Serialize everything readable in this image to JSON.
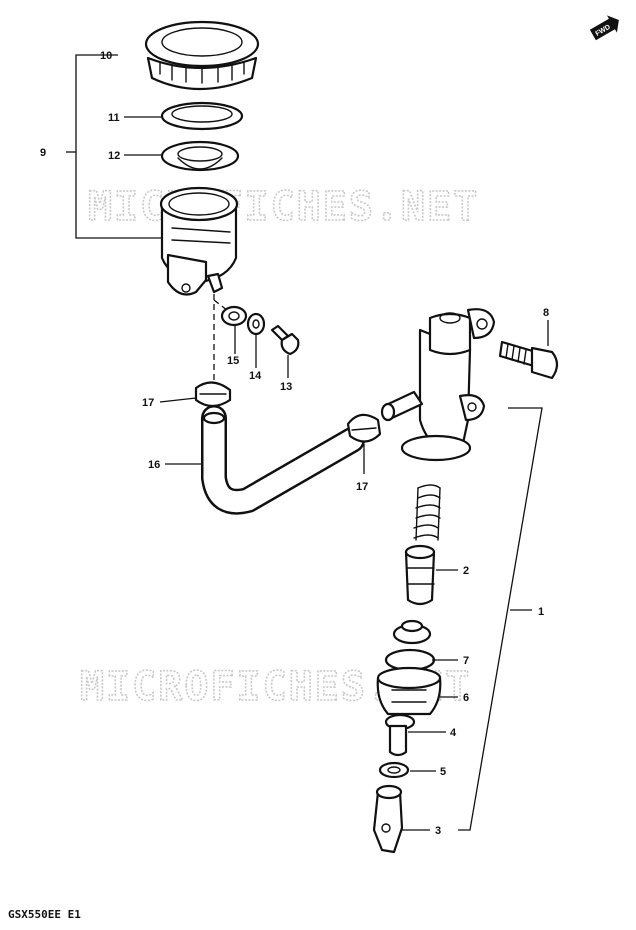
{
  "watermark": "MICROFICHES.NET",
  "fwd_label": "FWD",
  "model_code": "GSX550EE E1",
  "callouts": {
    "p1": "1",
    "p2": "2",
    "p3": "3",
    "p4": "4",
    "p5": "5",
    "p6": "6",
    "p7": "7",
    "p8": "8",
    "p9": "9",
    "p10": "10",
    "p11": "11",
    "p12": "12",
    "p13": "13",
    "p14": "14",
    "p15": "15",
    "p16": "16",
    "p17a": "17",
    "p17b": "17"
  }
}
